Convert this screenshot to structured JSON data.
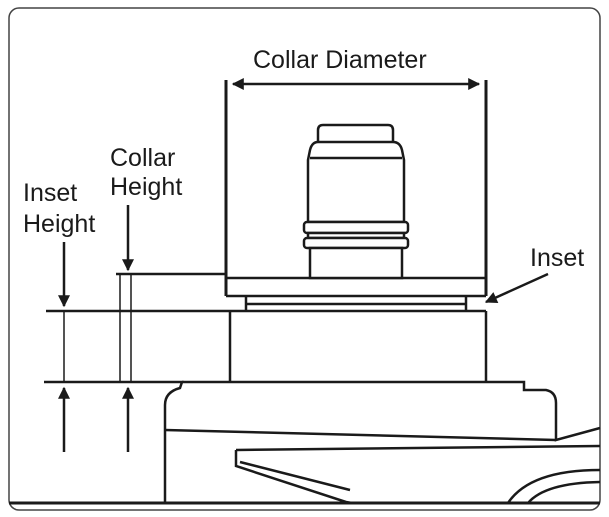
{
  "diagram": {
    "labels": {
      "collar_diameter": "Collar Diameter",
      "collar_height_line1": "Collar",
      "collar_height_line2": "Height",
      "inset_height_line1": "Inset",
      "inset_height_line2": "Height",
      "inset": "Inset"
    },
    "colors": {
      "ink": "#1a1a1a",
      "background": "#ffffff",
      "border": "#444444"
    }
  }
}
